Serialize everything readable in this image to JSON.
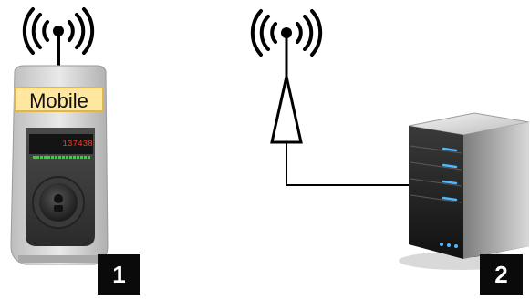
{
  "device_1": {
    "label": "Mobile",
    "display_value": "137438",
    "badge": "1"
  },
  "device_2": {
    "badge": "2"
  },
  "colors": {
    "label_fill": "#ffe7a0",
    "label_border": "#e0b54a",
    "badge_fill": "#0a0a0a",
    "display_text": "#ff3b2e",
    "status_led": "#3ccf3c",
    "server_led": "#4fb6ff"
  },
  "icons": [
    "wireless-signal-icon",
    "antenna-tower-icon",
    "charging-station-icon",
    "server-icon"
  ]
}
